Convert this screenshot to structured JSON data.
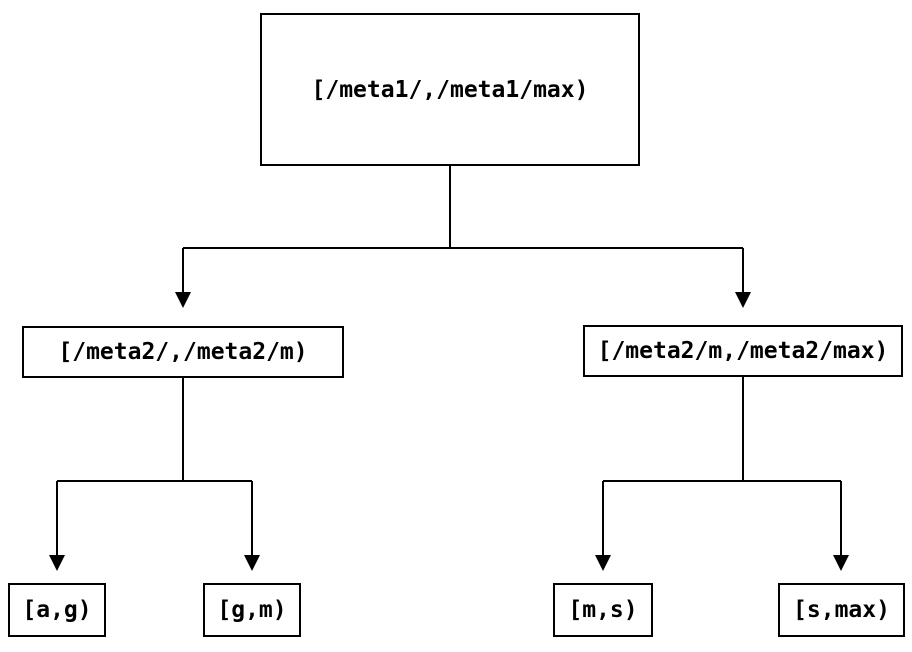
{
  "diagram": {
    "root": {
      "label": "[/meta1/,/meta1/max)"
    },
    "level2": [
      {
        "label": "[/meta2/,/meta2/m)"
      },
      {
        "label": "[/meta2/m,/meta2/max)"
      }
    ],
    "leaves": [
      {
        "label": "[a,g)"
      },
      {
        "label": "[g,m)"
      },
      {
        "label": "[m,s)"
      },
      {
        "label": "[s,max)"
      }
    ],
    "colors": {
      "line": "#000000",
      "box_border": "#000000",
      "box_background": "#ffffff",
      "page_background": "#ffffff",
      "text": "#000000"
    }
  }
}
